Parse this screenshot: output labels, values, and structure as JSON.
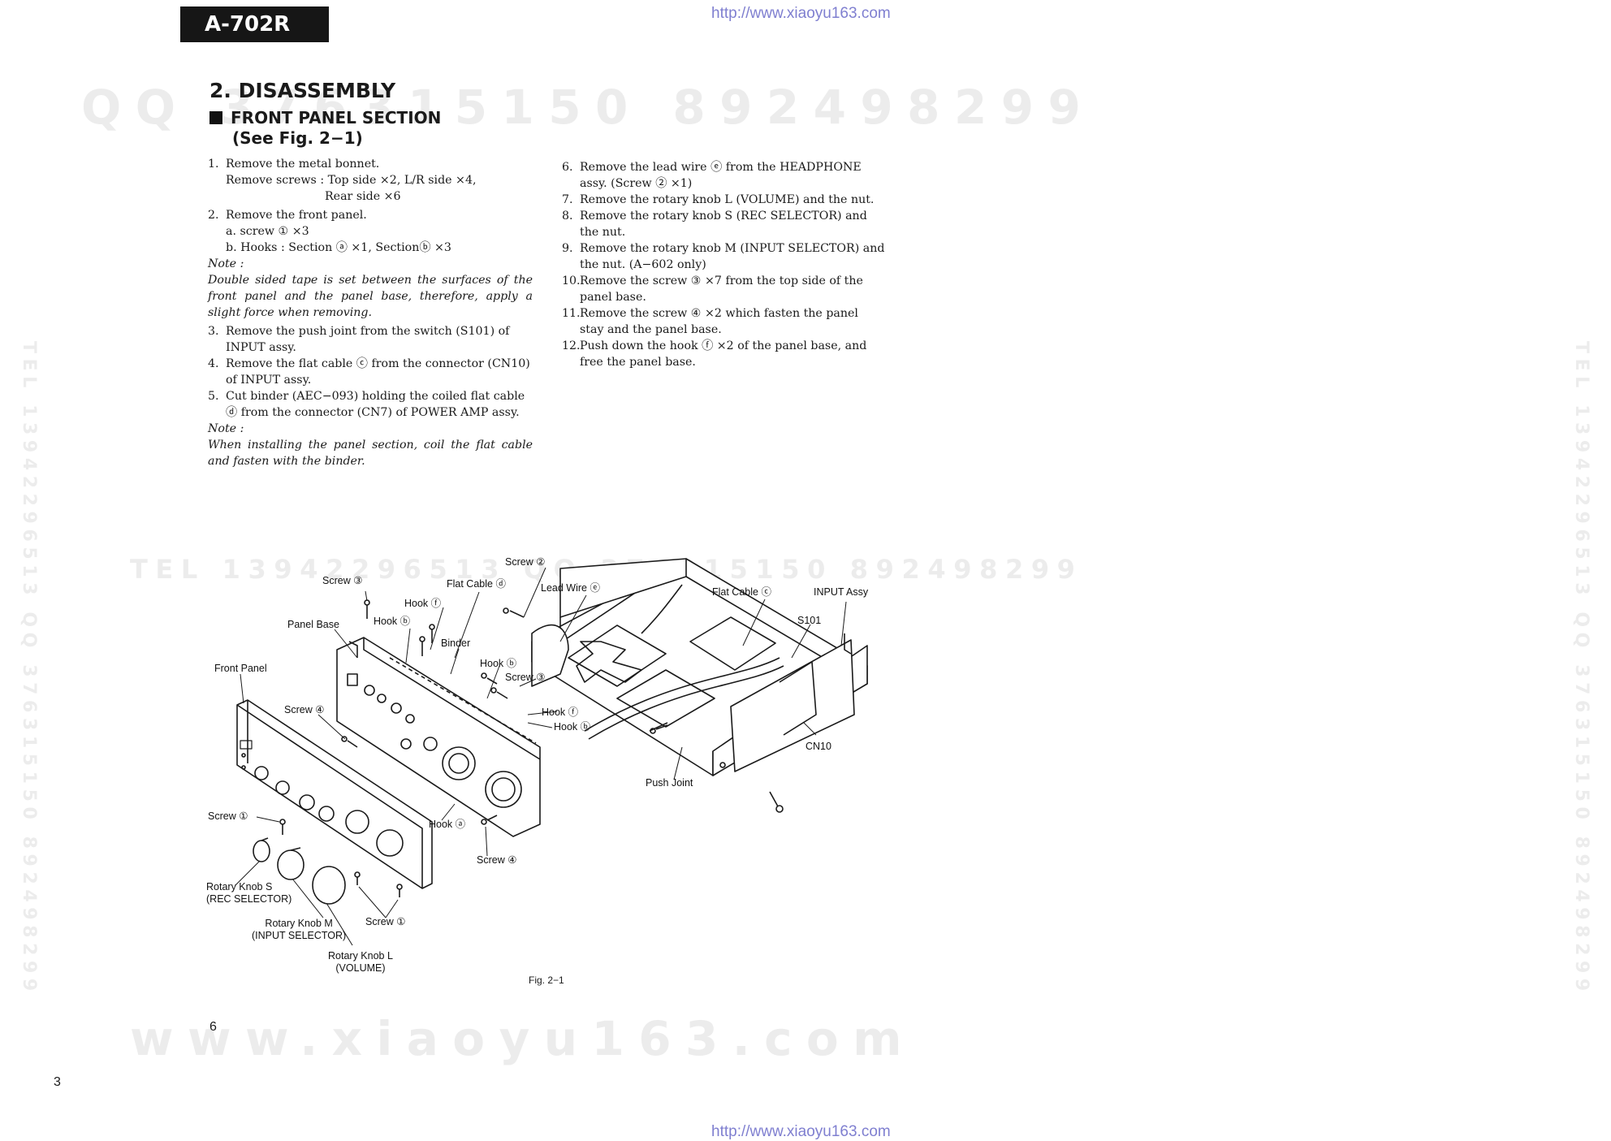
{
  "header": {
    "model": "A-702R",
    "url_top": "http://www.xiaoyu163.com",
    "url_bottom": "http://www.xiaoyu163.com"
  },
  "watermarks": {
    "row1": "QQ 376315150 892498299",
    "row2": "TEL 13942296513 QQ 376315150 892498299",
    "row3": "www.xiaoyu163.com",
    "side_left": "TEL 13942296513 QQ 376315150 892498299",
    "side_right": "TEL 13942296513 QQ 376315150 892498299"
  },
  "section": {
    "title": "2. DISASSEMBLY",
    "subtitle_line1": "FRONT PANEL SECTION",
    "subtitle_line2": "(See Fig. 2−1)"
  },
  "left_column": {
    "step1_num": "1.",
    "step1_a": "Remove the metal bonnet.",
    "step1_b": "Remove screws : Top side ×2, L/R side ×4,",
    "step1_c": "Rear side ×6",
    "step2_num": "2.",
    "step2_a": "Remove the front panel.",
    "step2_b": "a. screw ① ×3",
    "step2_c": "b. Hooks : Section ⓐ ×1, Sectionⓑ ×3",
    "note1_label": "Note :",
    "note1_text": "Double sided tape is set between the surfaces of the front panel and the panel base, therefore, apply a slight force when removing.",
    "step3_num": "3.",
    "step3": "Remove the push joint from the switch (S101) of INPUT assy.",
    "step4_num": "4.",
    "step4": "Remove the flat cable ⓒ from the connector (CN10) of INPUT assy.",
    "step5_num": "5.",
    "step5": "Cut binder (AEC−093) holding the coiled flat cable ⓓ from the connector (CN7) of POWER AMP assy.",
    "note2_label": "Note :",
    "note2_text": "When installing the panel section, coil the flat cable and fasten with the binder."
  },
  "right_column": {
    "step6_num": "6.",
    "step6": "Remove the lead wire ⓔ from the HEADPHONE assy. (Screw ② ×1)",
    "step7_num": "7.",
    "step7": "Remove the rotary knob L (VOLUME) and the nut.",
    "step8_num": "8.",
    "step8": "Remove the rotary knob S (REC SELECTOR) and the nut.",
    "step9_num": "9.",
    "step9": "Remove the rotary knob M (INPUT SELECTOR) and the nut. (A−602 only)",
    "step10_num": "10.",
    "step10": "Remove the screw ③ ×7 from the top side of the panel base.",
    "step11_num": "11.",
    "step11": "Remove the screw ④ ×2 which fasten the panel stay and the panel base.",
    "step12_num": "12.",
    "step12": "Push down the hook ⓕ ×2 of the panel base, and free the panel base."
  },
  "figure": {
    "caption": "Fig. 2−1",
    "labels": {
      "screw2": "Screw ②",
      "screw3_top": "Screw ③",
      "flat_cable_d": "Flat Cable ⓓ",
      "lead_wire_e": "Lead Wire ⓔ",
      "flat_cable_c": "Flat Cable ⓒ",
      "input_assy": "INPUT Assy",
      "hook_f_top": "Hook ⓕ",
      "panel_base": "Panel Base",
      "hook_b_top": "Hook ⓑ",
      "s101": "S101",
      "binder": "Binder",
      "hook_b_mid": "Hook ⓑ",
      "screw3_mid": "Screw ③",
      "front_panel": "Front Panel",
      "screw4_left": "Screw ④",
      "hook_f_mid": "Hook ⓕ",
      "hook_b_right": "Hook ⓑ",
      "cn10": "CN10",
      "push_joint": "Push Joint",
      "screw1_left": "Screw ①",
      "hook_a": "Hook ⓐ",
      "screw4_bottom": "Screw ④",
      "rotary_s_1": "Rotary Knob S",
      "rotary_s_2": "(REC SELECTOR)",
      "screw1_bottom": "Screw ①",
      "rotary_m_1": "Rotary Knob M",
      "rotary_m_2": "(INPUT SELECTOR)",
      "rotary_l_1": "Rotary Knob L",
      "rotary_l_2": "(VOLUME)"
    }
  },
  "footer": {
    "page_number": "6",
    "sheet_number": "3"
  }
}
